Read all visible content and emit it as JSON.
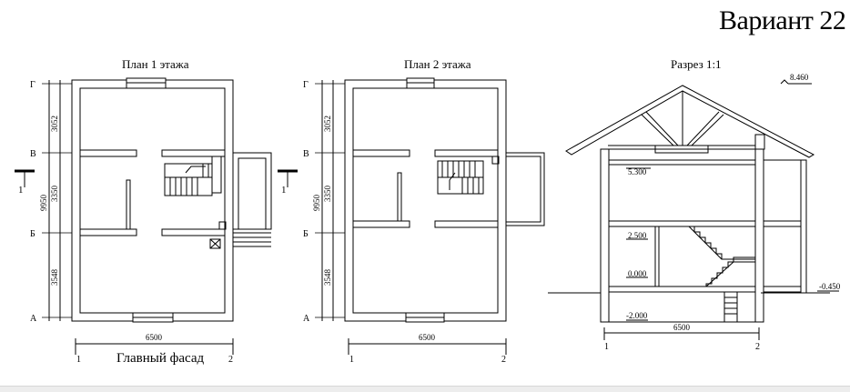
{
  "titles": {
    "variant": "Вариант 22",
    "plan1": "План 1 этажа",
    "plan2": "План 2 этажа",
    "section": "Разрез 1:1",
    "facade": "Главный фасад"
  },
  "axes": {
    "rows": [
      "Г",
      "В",
      "Б",
      "А"
    ],
    "cols": [
      "1",
      "2"
    ]
  },
  "dims": {
    "spans": [
      "3052",
      "3350",
      "3548"
    ],
    "total_height": "9950",
    "width": "6500"
  },
  "section_cut": "1",
  "levels": [
    "8.460",
    "5.300",
    "2.500",
    "0.000",
    "-0.450",
    "-2.000"
  ]
}
